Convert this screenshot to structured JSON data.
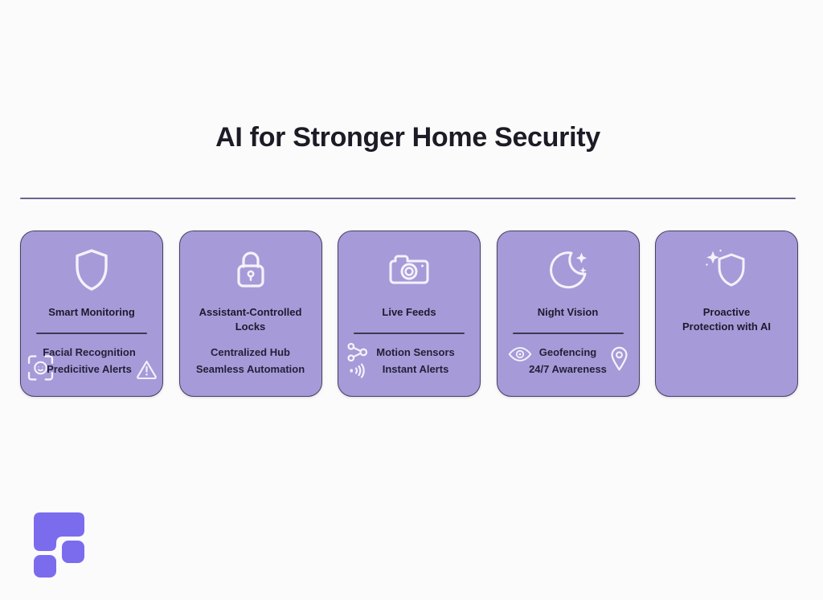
{
  "header": {
    "title": "AI for Stronger Home Security"
  },
  "cards": [
    {
      "title_lines": [
        "Smart Monitoring"
      ],
      "body_lines": [
        "Facial Recognition",
        "Predicitive Alerts"
      ],
      "icon": "shield-icon",
      "side_icons": [
        "face-scan-icon",
        "warning-triangle-icon"
      ]
    },
    {
      "title_lines": [
        "Assistant-Controlled",
        "Locks"
      ],
      "body_lines": [
        "Centralized Hub",
        "Seamless Automation"
      ],
      "icon": "padlock-icon",
      "side_icons": []
    },
    {
      "title_lines": [
        "Live Feeds"
      ],
      "body_lines": [
        "Motion Sensors",
        "Instant Alerts"
      ],
      "icon": "camera-icon",
      "side_icons": [
        "network-nodes-icon",
        "sound-waves-icon"
      ]
    },
    {
      "title_lines": [
        "Night Vision"
      ],
      "body_lines": [
        "Geofencing",
        "24/7 Awareness"
      ],
      "icon": "moon-icon",
      "side_icons": [
        "eye-icon",
        "location-pin-icon"
      ]
    },
    {
      "title_lines": [
        "Proactive",
        "Protection with AI"
      ],
      "body_lines": [],
      "icon": "shield-sparkle-icon",
      "side_icons": []
    }
  ],
  "colors": {
    "page_bg": "#fcfbfb",
    "card_bg": "#a69bd8",
    "card_border": "#46405f",
    "title_text": "#1c1b26",
    "card_text": "#242038",
    "header_rule": "#6b6390",
    "icon_stroke": "#f4f2fb",
    "logo_purple": "#7b6cee"
  }
}
